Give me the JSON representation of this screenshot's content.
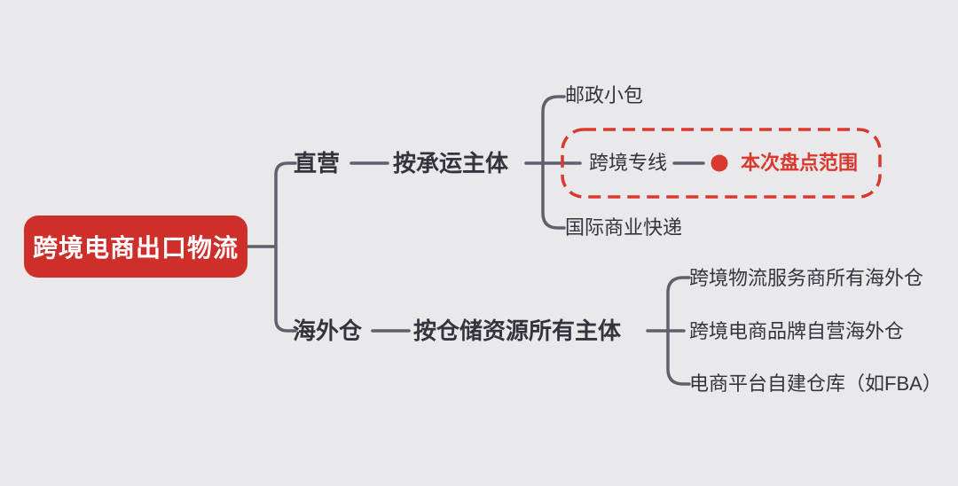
{
  "colors": {
    "background": "#e9e9eb",
    "root_red": "#cf2f2b",
    "accent_red": "#d9392e",
    "line_gray": "#60606c",
    "text_dark": "#34343c"
  },
  "tree": {
    "root": "跨境电商出口物流",
    "branches": [
      {
        "label": "直营",
        "criterion": "按承运主体",
        "leaves": [
          "邮政小包",
          "跨境专线",
          "国际商业快递"
        ]
      },
      {
        "label": "海外仓",
        "criterion": "按仓储资源所有主体",
        "leaves": [
          "跨境物流服务商所有海外仓",
          "跨境电商品牌自营海外仓",
          "电商平台自建仓库（如FBA）"
        ]
      }
    ],
    "highlight": {
      "label": "本次盘点范围"
    }
  }
}
